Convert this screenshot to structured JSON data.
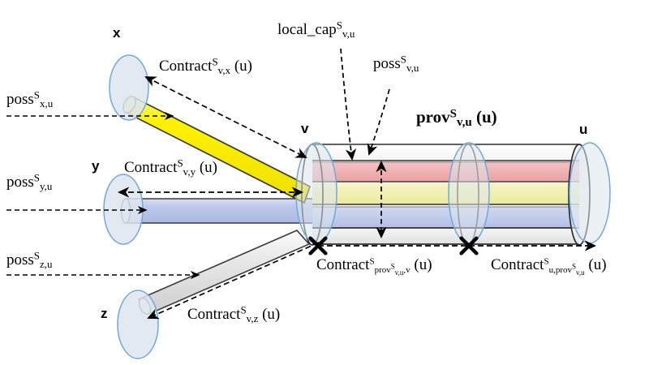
{
  "diagram": {
    "title": "local_cap and provider contract pipe diagram",
    "nodes": [
      {
        "id": "x",
        "label": "x"
      },
      {
        "id": "y",
        "label": "y"
      },
      {
        "id": "z",
        "label": "z"
      },
      {
        "id": "v",
        "label": "v"
      },
      {
        "id": "u",
        "label": "u"
      }
    ],
    "labels": {
      "poss_x": {
        "base": "poss",
        "sup": "S",
        "sub": "x,u"
      },
      "poss_y": {
        "base": "poss",
        "sup": "S",
        "sub": "y,u"
      },
      "poss_z": {
        "base": "poss",
        "sup": "S",
        "sub": "z,u"
      },
      "poss_v": {
        "base": "poss",
        "sup": "S",
        "sub": "v,u"
      },
      "local_cap": {
        "base": "local_cap",
        "sup": "S",
        "sub": "v,u"
      },
      "prov": {
        "base": "prov",
        "sup": "S",
        "sub": "v,u",
        "tail": "(u)"
      },
      "contract_vx": {
        "base": "Contract",
        "sup": "S",
        "sub": "v,x",
        "tail": "(u)"
      },
      "contract_vy": {
        "base": "Contract",
        "sup": "S",
        "sub": "v,y",
        "tail": "(u)"
      },
      "contract_vz": {
        "base": "Contract",
        "sup": "S",
        "sub": "v,z",
        "tail": "(u)"
      },
      "contract_prov_v": {
        "base": "Contract",
        "sup": "S",
        "sub_base": "prov",
        "sub_sup": "S",
        "sub_sub": "v,u",
        "sub_tail": ",v",
        "tail": "(u)"
      },
      "contract_u_prov": {
        "base": "Contract",
        "sup": "S",
        "sub_lead": "u,",
        "sub_base": "prov",
        "sub_sup": "S",
        "sub_sub": "v,u",
        "tail": "(u)"
      }
    },
    "colors": {
      "pipe_yellow": "#FFF200",
      "pipe_blue": "#B9C5E8",
      "pipe_grey": "#E3E3E3",
      "band_red": "#F0AFB0",
      "band_yellow": "#F2F0AF",
      "band_blue": "#BFCBEA",
      "band_white": "#FBFBFB",
      "band_grey": "#EDEDED",
      "node_fill": "#DDE5EE",
      "node_stroke": "#6FA8DC",
      "outline": "#3B3B3B",
      "background": "#FFFFFF"
    },
    "pipe_bands": [
      {
        "name": "top-white-band",
        "color": "#FBFBFB"
      },
      {
        "name": "red-band",
        "color": "#F0AFB0"
      },
      {
        "name": "yellow-band",
        "color": "#F2F0AF"
      },
      {
        "name": "blue-band",
        "color": "#BFCBEA"
      },
      {
        "name": "bottom-grey-band",
        "color": "#EDEDED"
      }
    ]
  }
}
